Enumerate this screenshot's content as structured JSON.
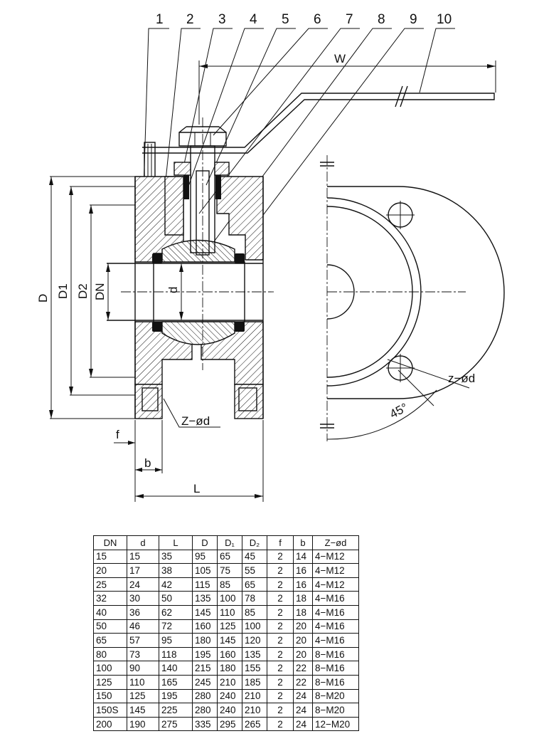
{
  "drawing": {
    "part_numbers": [
      "1",
      "2",
      "3",
      "4",
      "5",
      "6",
      "7",
      "8",
      "9",
      "10"
    ],
    "dim_labels": {
      "W": "W",
      "D": "D",
      "D1": "D1",
      "D2": "D2",
      "DN": "DN",
      "d": "d",
      "Z_od_front": "Z−ød",
      "f": "f",
      "b": "b",
      "L": "L",
      "z_od_side": "z−ød",
      "angle": "45°"
    }
  },
  "table": {
    "headers": [
      "DN",
      "d",
      "L",
      "D",
      "D₁",
      "D₂",
      "f",
      "b",
      "Z−ød"
    ],
    "rows": [
      [
        "15",
        "15",
        "35",
        "95",
        "65",
        "45",
        "2",
        "14",
        "4−M12"
      ],
      [
        "20",
        "17",
        "38",
        "105",
        "75",
        "55",
        "2",
        "16",
        "4−M12"
      ],
      [
        "25",
        "24",
        "42",
        "115",
        "85",
        "65",
        "2",
        "16",
        "4−M12"
      ],
      [
        "32",
        "30",
        "50",
        "135",
        "100",
        "78",
        "2",
        "18",
        "4−M16"
      ],
      [
        "40",
        "36",
        "62",
        "145",
        "110",
        "85",
        "2",
        "18",
        "4−M16"
      ],
      [
        "50",
        "46",
        "72",
        "160",
        "125",
        "100",
        "2",
        "20",
        "4−M16"
      ],
      [
        "65",
        "57",
        "95",
        "180",
        "145",
        "120",
        "2",
        "20",
        "4−M16"
      ],
      [
        "80",
        "73",
        "118",
        "195",
        "160",
        "135",
        "2",
        "20",
        "8−M16"
      ],
      [
        "100",
        "90",
        "140",
        "215",
        "180",
        "155",
        "2",
        "22",
        "8−M16"
      ],
      [
        "125",
        "110",
        "165",
        "245",
        "210",
        "185",
        "2",
        "22",
        "8−M16"
      ],
      [
        "150",
        "125",
        "195",
        "280",
        "240",
        "210",
        "2",
        "24",
        "8−M20"
      ],
      [
        "150S",
        "145",
        "225",
        "280",
        "240",
        "210",
        "2",
        "24",
        "8−M20"
      ],
      [
        "200",
        "190",
        "275",
        "335",
        "295",
        "265",
        "2",
        "24",
        "12−M20"
      ]
    ]
  }
}
